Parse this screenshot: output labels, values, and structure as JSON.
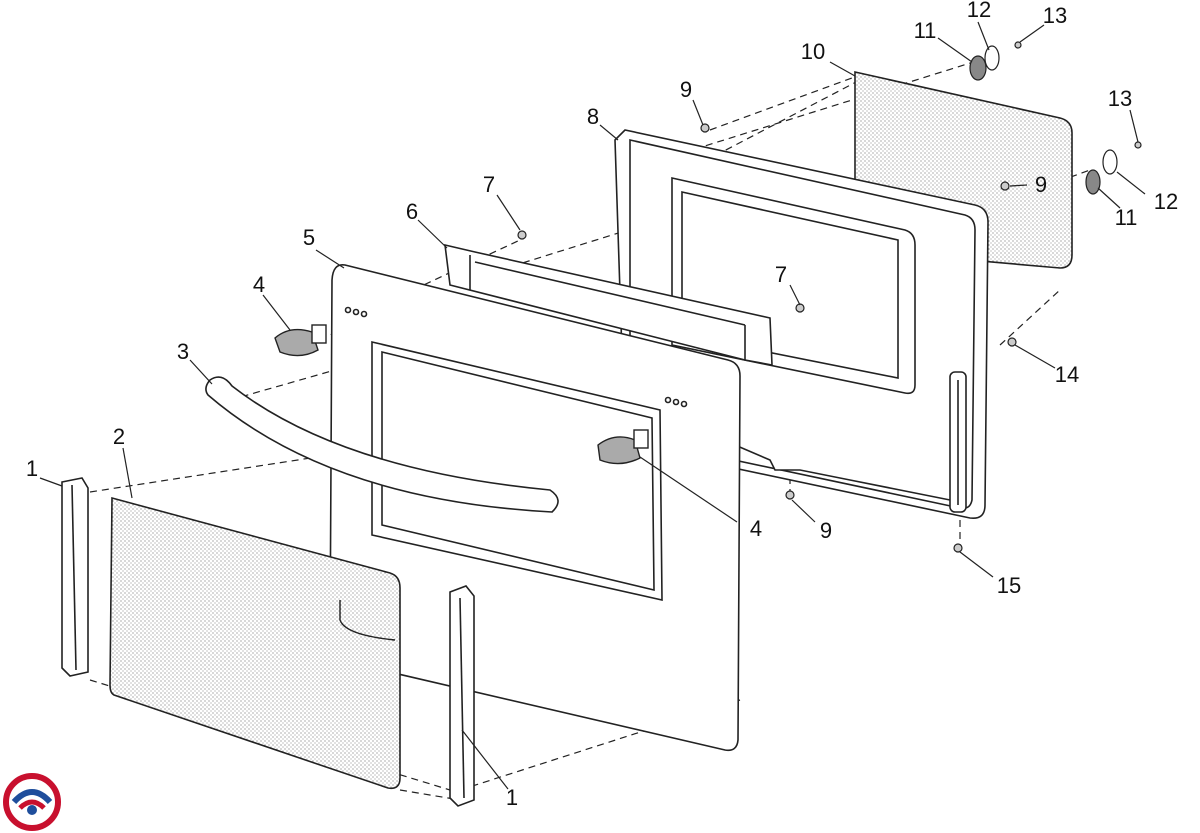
{
  "diagram": {
    "callouts": [
      {
        "id": "c1a",
        "label": "1"
      },
      {
        "id": "c1b",
        "label": "1"
      },
      {
        "id": "c2",
        "label": "2"
      },
      {
        "id": "c3",
        "label": "3"
      },
      {
        "id": "c4a",
        "label": "4"
      },
      {
        "id": "c4b",
        "label": "4"
      },
      {
        "id": "c5",
        "label": "5"
      },
      {
        "id": "c6",
        "label": "6"
      },
      {
        "id": "c7a",
        "label": "7"
      },
      {
        "id": "c7b",
        "label": "7"
      },
      {
        "id": "c8",
        "label": "8"
      },
      {
        "id": "c9a",
        "label": "9"
      },
      {
        "id": "c9b",
        "label": "9"
      },
      {
        "id": "c9c",
        "label": "9"
      },
      {
        "id": "c10",
        "label": "10"
      },
      {
        "id": "c11a",
        "label": "11"
      },
      {
        "id": "c11b",
        "label": "11"
      },
      {
        "id": "c12a",
        "label": "12"
      },
      {
        "id": "c12b",
        "label": "12"
      },
      {
        "id": "c13a",
        "label": "13"
      },
      {
        "id": "c13b",
        "label": "13"
      },
      {
        "id": "c14",
        "label": "14"
      },
      {
        "id": "c15",
        "label": "15"
      }
    ]
  },
  "logo": {
    "icon": "brand-logo-icon",
    "colors": [
      "#c8102e",
      "#1f4e9c"
    ]
  }
}
